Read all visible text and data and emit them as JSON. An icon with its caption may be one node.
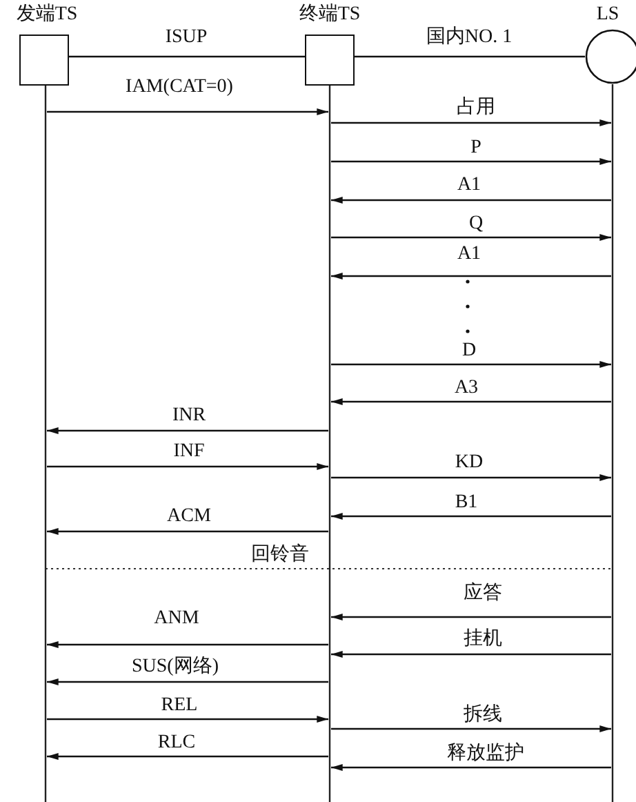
{
  "diagram": {
    "nodes": [
      {
        "text": [
          "发端TS"
        ]
      },
      {
        "text": [
          "终端TS"
        ]
      },
      {
        "text": [
          "LS"
        ]
      }
    ],
    "edges": [
      {
        "from": 0,
        "to": 1,
        "arrow": "none",
        "label": "ISUP"
      },
      {
        "from": 1,
        "to": 2,
        "arrow": "none",
        "label": "国内NO. 1"
      },
      {
        "from": 0,
        "to": 1,
        "arrow": "to",
        "label": "IAM(CAT=0)"
      },
      {
        "from": 1,
        "to": 2,
        "arrow": "to",
        "label": "占用"
      },
      {
        "from": 1,
        "to": 2,
        "arrow": "to",
        "label": "P"
      },
      {
        "from": 2,
        "to": 1,
        "arrow": "to",
        "label": "A1"
      },
      {
        "from": 1,
        "to": 2,
        "arrow": "to",
        "label": "Q"
      },
      {
        "from": 2,
        "to": 1,
        "arrow": "to",
        "label": "A1"
      },
      {
        "from": 1,
        "to": 2,
        "arrow": "to",
        "label": "D"
      },
      {
        "from": 2,
        "to": 1,
        "arrow": "to",
        "label": "A3"
      },
      {
        "from": 1,
        "to": 0,
        "arrow": "to",
        "label": "INR"
      },
      {
        "from": 0,
        "to": 1,
        "arrow": "to",
        "label": "INF"
      },
      {
        "from": 1,
        "to": 2,
        "arrow": "to",
        "label": "KD"
      },
      {
        "from": 2,
        "to": 1,
        "arrow": "to",
        "label": "B1"
      },
      {
        "from": 1,
        "to": 0,
        "arrow": "to",
        "label": "ACM"
      },
      {
        "from": 2,
        "to": 1,
        "arrow": "to",
        "label": "应答"
      },
      {
        "from": 1,
        "to": 0,
        "arrow": "to",
        "label": "ANM"
      },
      {
        "from": 2,
        "to": 1,
        "arrow": "to",
        "label": "挂机"
      },
      {
        "from": 1,
        "to": 0,
        "arrow": "to",
        "label": "SUS(网络)"
      },
      {
        "from": 0,
        "to": 1,
        "arrow": "to",
        "label": "REL"
      },
      {
        "from": 1,
        "to": 2,
        "arrow": "to",
        "label": "拆线"
      },
      {
        "from": 1,
        "to": 0,
        "arrow": "to",
        "label": "RLC"
      },
      {
        "from": 2,
        "to": 1,
        "arrow": "to",
        "label": "释放监护"
      }
    ],
    "labels": [
      "回铃音"
    ]
  }
}
